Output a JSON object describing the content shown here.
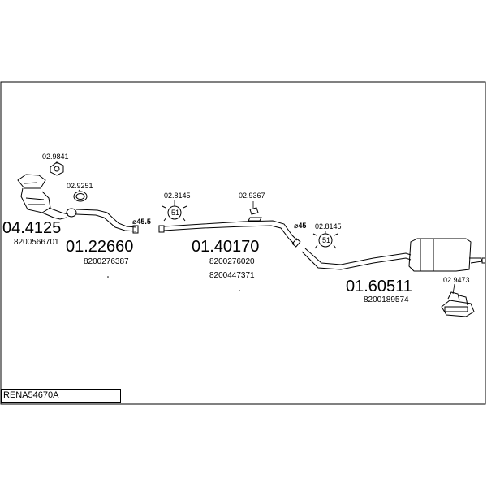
{
  "diagram_code": "RENA54670A",
  "parts": {
    "catalyst": {
      "number": "04.4125",
      "oem": "8200566701"
    },
    "front_pipe": {
      "number": "01.22660",
      "oem": "8200276387"
    },
    "middle_pipe": {
      "number": "01.40170",
      "oem_1": "8200276020",
      "oem_2": "8200447371"
    },
    "rear_silencer": {
      "number": "01.60511",
      "oem": "8200189574"
    }
  },
  "fittings": {
    "clamp_a": "02.8145",
    "clamp_b": "02.8145",
    "clamp_mark": "51",
    "gasket_top": "02.9841",
    "gasket_ring": "02.9251",
    "hanger": "02.9367",
    "rubber_mount": "02.9473"
  },
  "diameters": {
    "d1": "⌀45.5",
    "d2": "⌀45"
  },
  "colors": {
    "line": "#000000",
    "background": "#ffffff"
  }
}
